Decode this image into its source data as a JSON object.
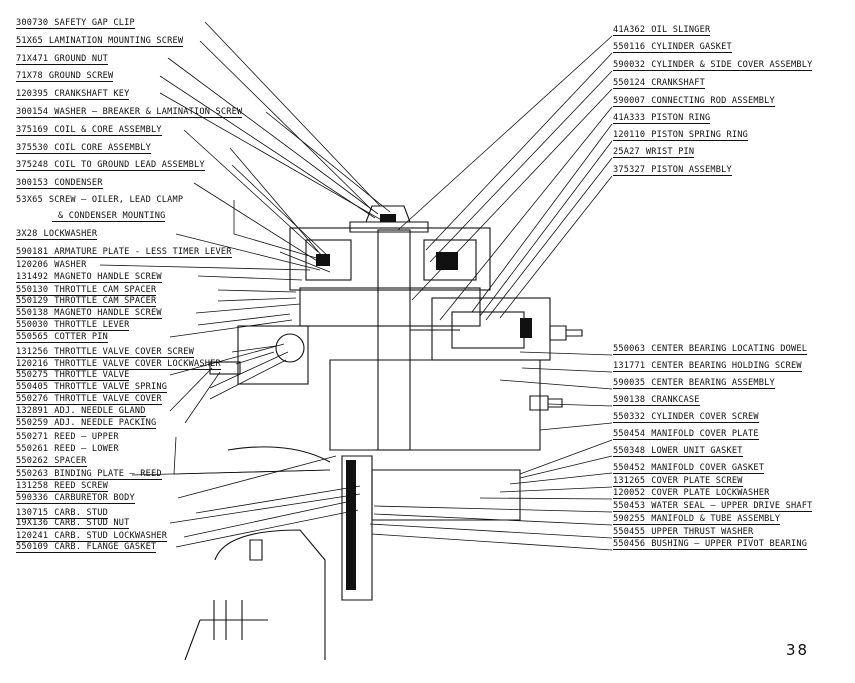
{
  "left_callouts": [
    {
      "code": "300730",
      "name": "SAFETY GAP CLIP"
    },
    {
      "code": "51X65",
      "name": "LAMINATION MOUNTING SCREW"
    },
    {
      "code": "71X471",
      "name": "GROUND NUT"
    },
    {
      "code": "71X78",
      "name": "GROUND SCREW"
    },
    {
      "code": "120395",
      "name": "CRANKSHAFT KEY"
    },
    {
      "code": "300154",
      "name": "WASHER — BREAKER & LAMINATION SCREW"
    },
    {
      "code": "375169",
      "name": "COIL & CORE ASSEMBLY"
    },
    {
      "code": "375530",
      "name": "COIL CORE ASSEMBLY"
    },
    {
      "code": "375248",
      "name": "COIL TO GROUND LEAD ASSEMBLY"
    },
    {
      "code": "300153",
      "name": "CONDENSER"
    },
    {
      "code": "53X65",
      "name": "SCREW — OILER, LEAD CLAMP"
    },
    {
      "code": "",
      "name": "& CONDENSER MOUNTING"
    },
    {
      "code": "3X28",
      "name": "LOCKWASHER"
    },
    {
      "code": "590181",
      "name": "ARMATURE PLATE - LESS TIMER LEVER"
    },
    {
      "code": "120206",
      "name": "WASHER"
    },
    {
      "code": "131492",
      "name": "MAGNETO HANDLE SCREW"
    },
    {
      "code": "550130",
      "name": "THROTTLE CAM SPACER"
    },
    {
      "code": "550129",
      "name": "THROTTLE CAM SPACER"
    },
    {
      "code": "550138",
      "name": "MAGNETO HANDLE SCREW"
    },
    {
      "code": "550030",
      "name": "THROTTLE LEVER"
    },
    {
      "code": "550565",
      "name": "COTTER PIN"
    },
    {
      "code": "131256",
      "name": "THROTTLE VALVE COVER SCREW"
    },
    {
      "code": "120216",
      "name": "THROTTLE VALVE COVER LOCKWASHER"
    },
    {
      "code": "550275",
      "name": "THROTTLE VALVE"
    },
    {
      "code": "550405",
      "name": "THROTTLE VALVE SPRING"
    },
    {
      "code": "550276",
      "name": "THROTTLE VALVE COVER"
    },
    {
      "code": "132891",
      "name": "ADJ. NEEDLE GLAND"
    },
    {
      "code": "550259",
      "name": "ADJ. NEEDLE PACKING"
    },
    {
      "code": "550271",
      "name": "REED — UPPER"
    },
    {
      "code": "550261",
      "name": "REED — LOWER"
    },
    {
      "code": "550262",
      "name": "SPACER"
    },
    {
      "code": "550263",
      "name": "BINDING PLATE — REED"
    },
    {
      "code": "131258",
      "name": "REED SCREW"
    },
    {
      "code": "590336",
      "name": "CARBURETOR BODY"
    },
    {
      "code": "130715",
      "name": "CARB. STUD"
    },
    {
      "code": "19X136",
      "name": "CARB. STUD NUT"
    },
    {
      "code": "120241",
      "name": "CARB. STUD LOCKWASHER"
    },
    {
      "code": "550109",
      "name": "CARB. FLANGE GASKET"
    }
  ],
  "right_callouts": [
    {
      "code": "41A362",
      "name": "OIL SLINGER"
    },
    {
      "code": "550116",
      "name": "CYLINDER GASKET"
    },
    {
      "code": "590032",
      "name": "CYLINDER & SIDE COVER ASSEMBLY"
    },
    {
      "code": "550124",
      "name": "CRANKSHAFT"
    },
    {
      "code": "590007",
      "name": "CONNECTING ROD ASSEMBLY"
    },
    {
      "code": "41A333",
      "name": "PISTON RING"
    },
    {
      "code": "120110",
      "name": "PISTON SPRING RING"
    },
    {
      "code": "25A27",
      "name": "WRIST PIN"
    },
    {
      "code": "375327",
      "name": "PISTON ASSEMBLY"
    },
    {
      "code": "550063",
      "name": "CENTER BEARING LOCATING DOWEL"
    },
    {
      "code": "131771",
      "name": "CENTER BEARING HOLDING SCREW"
    },
    {
      "code": "590035",
      "name": "CENTER BEARING ASSEMBLY"
    },
    {
      "code": "590138",
      "name": "CRANKCASE"
    },
    {
      "code": "550332",
      "name": "CYLINDER COVER SCREW"
    },
    {
      "code": "550454",
      "name": "MANIFOLD COVER PLATE"
    },
    {
      "code": "550348",
      "name": "LOWER UNIT GASKET"
    },
    {
      "code": "550452",
      "name": "MANIFOLD COVER GASKET"
    },
    {
      "code": "131265",
      "name": "COVER PLATE SCREW"
    },
    {
      "code": "120052",
      "name": "COVER PLATE LOCKWASHER"
    },
    {
      "code": "550453",
      "name": "WATER SEAL — UPPER DRIVE SHAFT"
    },
    {
      "code": "590255",
      "name": "MANIFOLD & TUBE ASSEMBLY"
    },
    {
      "code": "550455",
      "name": "UPPER THRUST WASHER"
    },
    {
      "code": "550456",
      "name": "BUSHING — UPPER PIVOT BEARING"
    }
  ],
  "page_number": "38"
}
